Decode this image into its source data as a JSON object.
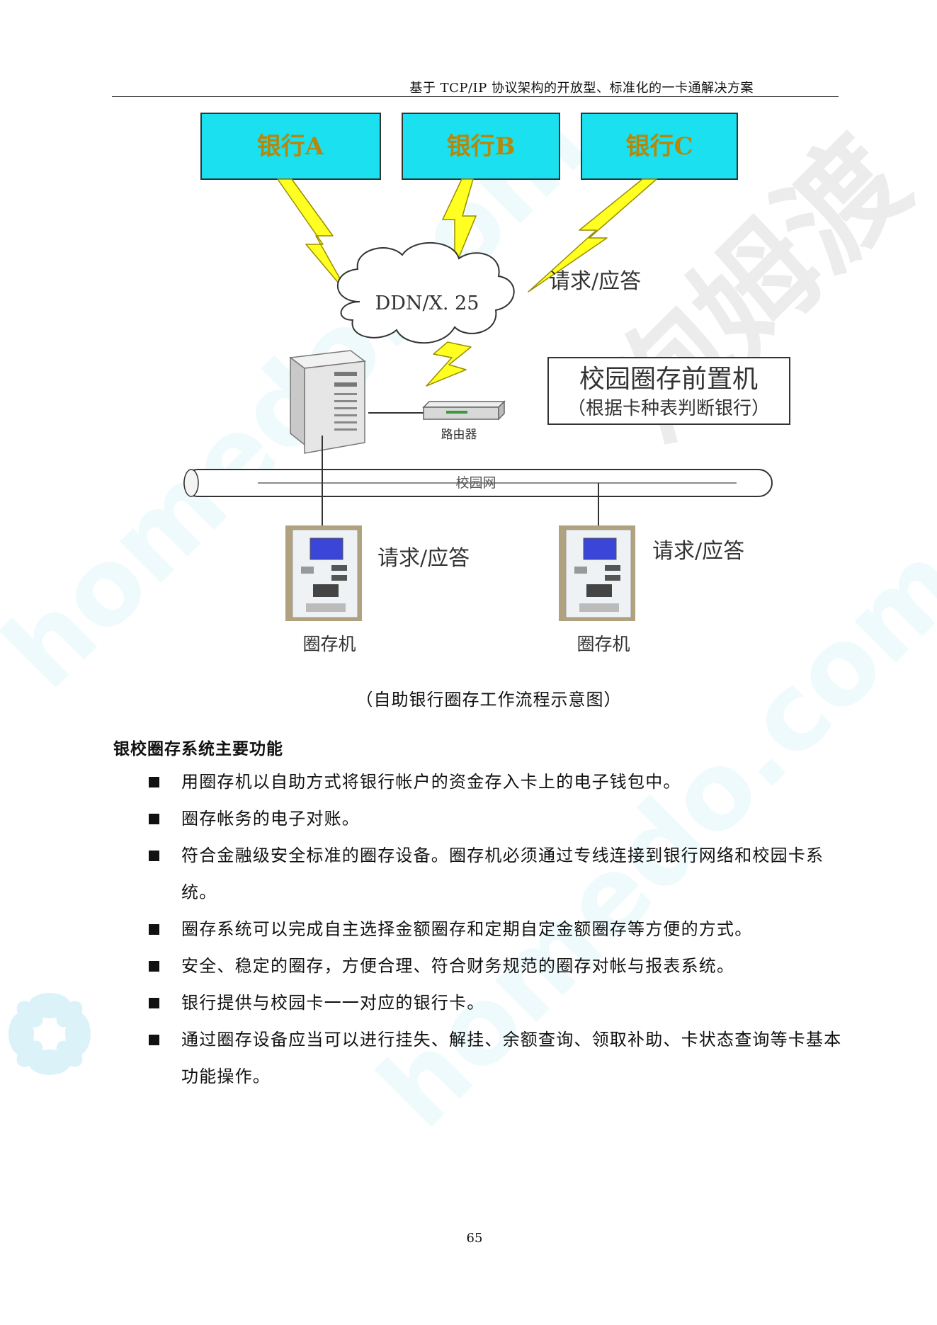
{
  "header": {
    "running_title": "基于 TCP/IP 协议架构的开放型、标准化的一卡通解决方案"
  },
  "diagram": {
    "banks": [
      "银行A",
      "银行B",
      "银行C"
    ],
    "network_cloud": "DDN/X. 25",
    "request_reply_label": "请求/应答",
    "front_machine_title": "校园圈存前置机",
    "front_machine_note": "（根据卡种表判断银行）",
    "router_label": "路由器",
    "campus_network_label": "校园网",
    "terminal_left_label": "请求/应答",
    "terminal_right_label": "请求/应答",
    "terminal_name": "圈存机",
    "colors": {
      "bank_box_fill": "#1ae0ef",
      "bank_text": "#b8860b",
      "lightning": "#ffff22",
      "lightning_stroke": "#9a8d00"
    }
  },
  "caption": "（自助银行圈存工作流程示意图）",
  "section": {
    "title": "银校圈存系统主要功能",
    "bullets": [
      "用圈存机以自助方式将银行帐户的资金存入卡上的电子钱包中。",
      "圈存帐务的电子对账。",
      "符合金融级安全标准的圈存设备。圈存机必须通过专线连接到银行网络和校园卡系统。",
      "圈存系统可以完成自主选择金额圈存和定期自定金额圈存等方便的方式。",
      "安全、稳定的圈存，方便合理、符合财务规范的圈存对帐与报表系统。",
      "银行提供与校园卡一一对应的银行卡。",
      "通过圈存设备应当可以进行挂失、解挂、余额查询、领取补助、卡状态查询等卡基本功能操作。"
    ]
  },
  "watermark": {
    "cn_text": "泡姆渡",
    "url_text": "homedo.com"
  },
  "footer": {
    "page_number": "65"
  }
}
